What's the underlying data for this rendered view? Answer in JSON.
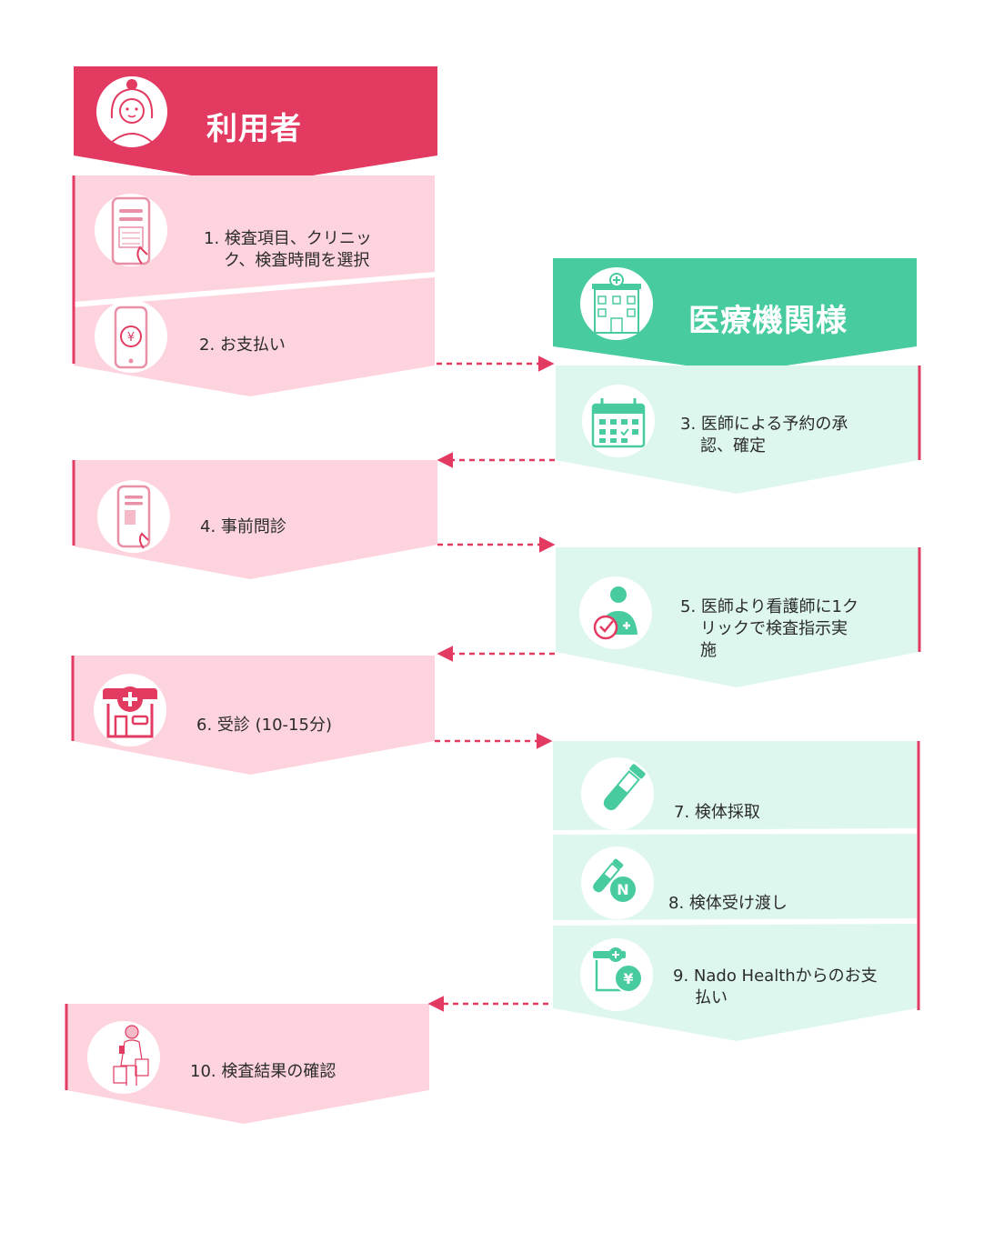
{
  "colors": {
    "user_accent": "#E23A61",
    "user_light": "#FDD3DE",
    "clinic_accent": "#48CC9F",
    "clinic_light": "#DDF7EE",
    "connector": "#E23A61"
  },
  "headers": {
    "user": {
      "title": "利用者",
      "icon": "woman-avatar-icon"
    },
    "clinic": {
      "title": "医療機関様",
      "icon": "hospital-building-icon"
    }
  },
  "steps": [
    {
      "lane": "user",
      "icon": "phone-calendar-icon",
      "lines": [
        "1. 検査項目、クリニッ",
        "ク、検査時間を選択"
      ]
    },
    {
      "lane": "user",
      "icon": "phone-yen-icon",
      "lines": [
        "2. お支払い"
      ]
    },
    {
      "lane": "clinic",
      "icon": "calendar-icon",
      "lines": [
        "3. 医師による予約の承",
        "認、確定"
      ]
    },
    {
      "lane": "user",
      "icon": "phone-form-icon",
      "lines": [
        "4. 事前問診"
      ]
    },
    {
      "lane": "clinic",
      "icon": "doctor-check-icon",
      "lines": [
        "5. 医師より看護師に1ク",
        "リックで検査指示実",
        "施"
      ]
    },
    {
      "lane": "user",
      "icon": "clinic-cross-icon",
      "lines": [
        "6. 受診 (10-15分)"
      ]
    },
    {
      "lane": "clinic",
      "icon": "test-tube-icon",
      "lines": [
        "7. 検体採取"
      ]
    },
    {
      "lane": "clinic",
      "icon": "tube-n-icon",
      "lines": [
        "8. 検体受け渡し"
      ]
    },
    {
      "lane": "clinic",
      "icon": "clinic-yen-icon",
      "lines": [
        "9. Nado Healthからのお支",
        "払い"
      ]
    },
    {
      "lane": "user",
      "icon": "woman-phone-icon",
      "lines": [
        "10. 検査結果の確認"
      ]
    }
  ]
}
